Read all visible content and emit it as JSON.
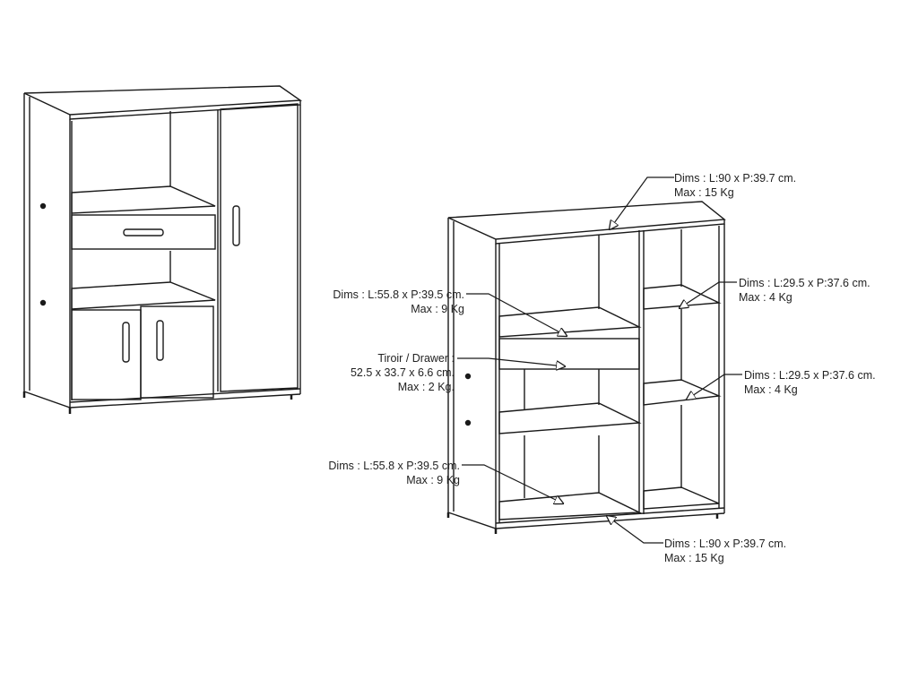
{
  "annotations": {
    "top_panel": {
      "dims": "Dims : L:90 x P:39.7 cm.",
      "max": "Max : 15 Kg"
    },
    "left_upper_shelf": {
      "dims": "Dims : L:55.8 x P:39.5 cm.",
      "max": "Max : 9 Kg"
    },
    "drawer": {
      "title": "Tiroir / Drawer :",
      "dims": "52.5 x 33.7 x 6.6 cm.",
      "max": "Max : 2 Kg."
    },
    "left_lower_shelf": {
      "dims": "Dims : L:55.8 x P:39.5 cm.",
      "max": "Max : 9 Kg"
    },
    "right_upper_shelf": {
      "dims": "Dims : L:29.5 x P:37.6 cm.",
      "max": "Max : 4 Kg"
    },
    "right_lower_shelf": {
      "dims": "Dims : L:29.5 x P:37.6 cm.",
      "max": "Max : 4 Kg"
    },
    "bottom_panel": {
      "dims": "Dims : L:90 x P:39.7 cm.",
      "max": "Max : 15 Kg"
    }
  },
  "colors": {
    "line": "#1a1a1a",
    "background": "#ffffff"
  }
}
